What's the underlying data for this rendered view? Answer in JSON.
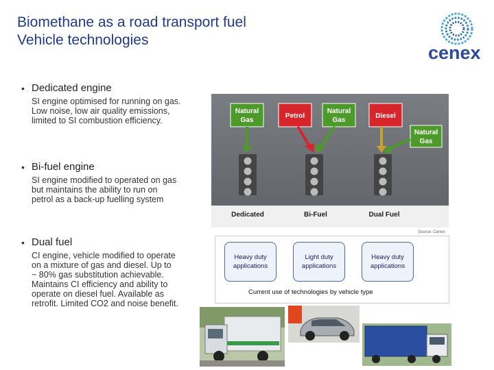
{
  "slide": {
    "title_line1": "Biomethane as a road transport fuel",
    "title_line2": "Vehicle technologies",
    "logo_text": "cenex"
  },
  "bullets": [
    {
      "marker": "•",
      "heading": "Dedicated engine",
      "description": [
        "SI engine optimised for running on gas.",
        "Low noise, low air quality emissions,",
        "limited to SI combustion efficiency."
      ]
    },
    {
      "marker": "•",
      "heading": "Bi-fuel engine",
      "description": [
        "SI engine modified to operated on gas",
        "but maintains the ability to run on",
        "petrol as a back-up fuelling system"
      ]
    },
    {
      "marker": "•",
      "heading": "Dual fuel",
      "description": [
        "CI engine, vehicle modified to operate",
        "on a mixture of gas and diesel.  Up to",
        "~ 80% gas substitution achievable.",
        "Maintains CI efficiency and ability to",
        "operate on diesel fuel.  Available as",
        "retrofit. Limited CO2 and noise benefit."
      ]
    }
  ],
  "diagram": {
    "fuels": [
      "Natural Gas",
      "Petrol",
      "Natural Gas",
      "Diesel",
      "Natural Gas"
    ],
    "columns": [
      "Dedicated",
      "Bi-Fuel",
      "Dual Fuel"
    ],
    "source": "Source: Cenex"
  },
  "applications": {
    "boxes": [
      "Heavy duty applications",
      "Light duty applications",
      "Heavy duty applications"
    ],
    "caption": "Current use of technologies by vehicle type"
  },
  "colors": {
    "title": "#1f3a8a",
    "natural_gas": "#4c9a2a",
    "petrol": "#d6262b",
    "diesel": "#d6262b",
    "diagram_bg": "#6b6e74",
    "logo": "#2a4a9a"
  }
}
